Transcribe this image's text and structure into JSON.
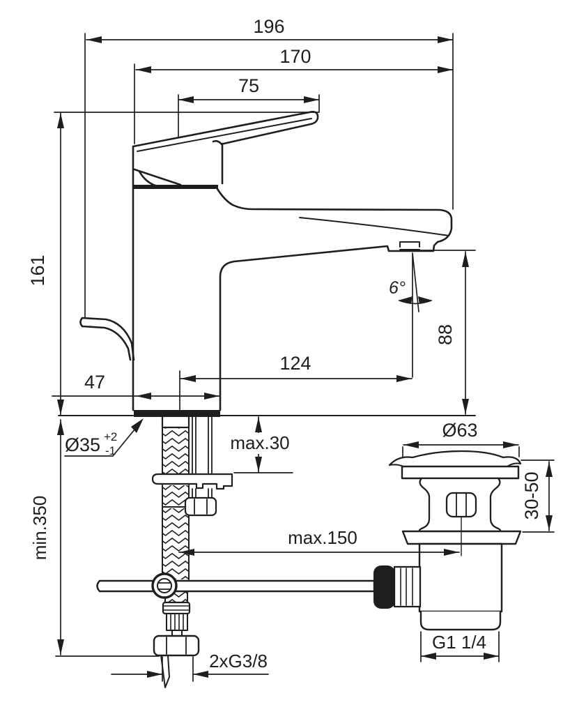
{
  "colors": {
    "ink": "#1e1e21",
    "background": "#ffffff"
  },
  "labels": {
    "total_depth": "196",
    "spout_depth": "170",
    "handle_depth": "75",
    "handle_height": "161",
    "base_depth": "47",
    "spout_reach": "124",
    "spout_angle": "6°",
    "outlet_height": "88",
    "hole_diameter": "Ø35",
    "hole_tolerance_plus": "+2",
    "hole_tolerance_minus": "-1",
    "deck_thickness_max": "max.30",
    "hose_length_min": "min.350",
    "waste_flange_diameter": "Ø63",
    "waste_deck_range": "30-50",
    "rod_reach_max": "max.150",
    "waste_thread": "G1 1/4",
    "supply_thread": "2xG3/8"
  }
}
